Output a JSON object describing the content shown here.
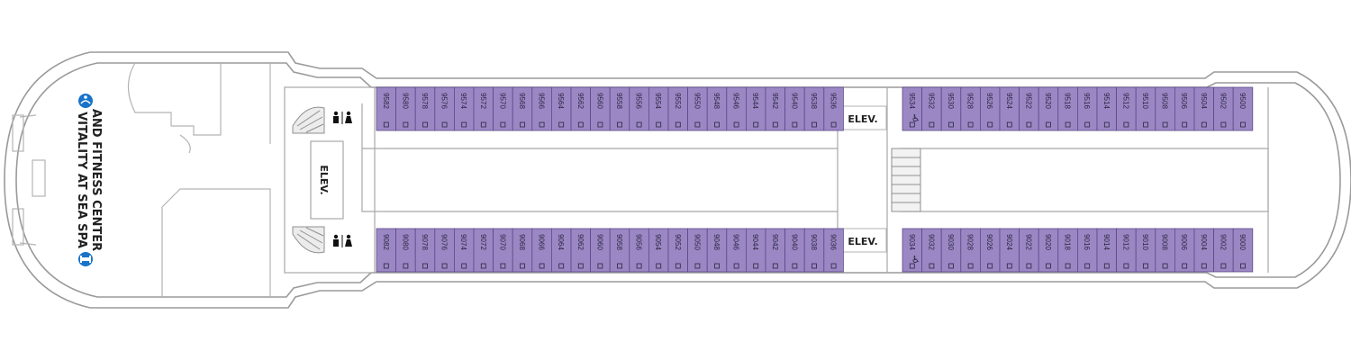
{
  "deck": {
    "spa_label_line1": "VITALITY AT SEA SPA",
    "spa_label_line2": "AND FITNESS CENTER",
    "elevator_label": "ELEV.",
    "colors": {
      "cabin": "#9b87c4",
      "cabin_stroke": "#5c4a88",
      "hull": "#9a9a9a",
      "walls": "#b3b3b3",
      "icon_blue": "#1a73c9"
    },
    "cabins": {
      "aft_upper": [
        "9582",
        "9580",
        "9578",
        "9576",
        "9574",
        "9572",
        "9570",
        "9568",
        "9566",
        "9564",
        "9562",
        "9560",
        "9558",
        "9556",
        "9554",
        "9552",
        "9550",
        "9548",
        "9546",
        "9544",
        "9542",
        "9540",
        "9538",
        "9536"
      ],
      "fwd_upper": [
        "9534",
        "9532",
        "9530",
        "9528",
        "9526",
        "9524",
        "9522",
        "9520",
        "9518",
        "9516",
        "9514",
        "9512",
        "9510",
        "9508",
        "9506",
        "9504",
        "9502",
        "9500"
      ],
      "aft_lower": [
        "9082",
        "9080",
        "9078",
        "9076",
        "9074",
        "9072",
        "9070",
        "9068",
        "9066",
        "9064",
        "9062",
        "9060",
        "9058",
        "9056",
        "9054",
        "9052",
        "9050",
        "9048",
        "9046",
        "9044",
        "9042",
        "9040",
        "9038",
        "9036"
      ],
      "fwd_lower": [
        "9034",
        "9032",
        "9030",
        "9028",
        "9026",
        "9024",
        "9022",
        "9020",
        "9018",
        "9016",
        "9014",
        "9012",
        "9010",
        "9008",
        "9006",
        "9004",
        "9002",
        "9000"
      ]
    },
    "accessible_cabins": [
      "9534",
      "9034"
    ],
    "icons": [
      "spa-icon",
      "fitness-icon",
      "restroom-icon",
      "elevator",
      "stairs-icon",
      "accessible-icon",
      "sofa-bed-icon"
    ]
  }
}
